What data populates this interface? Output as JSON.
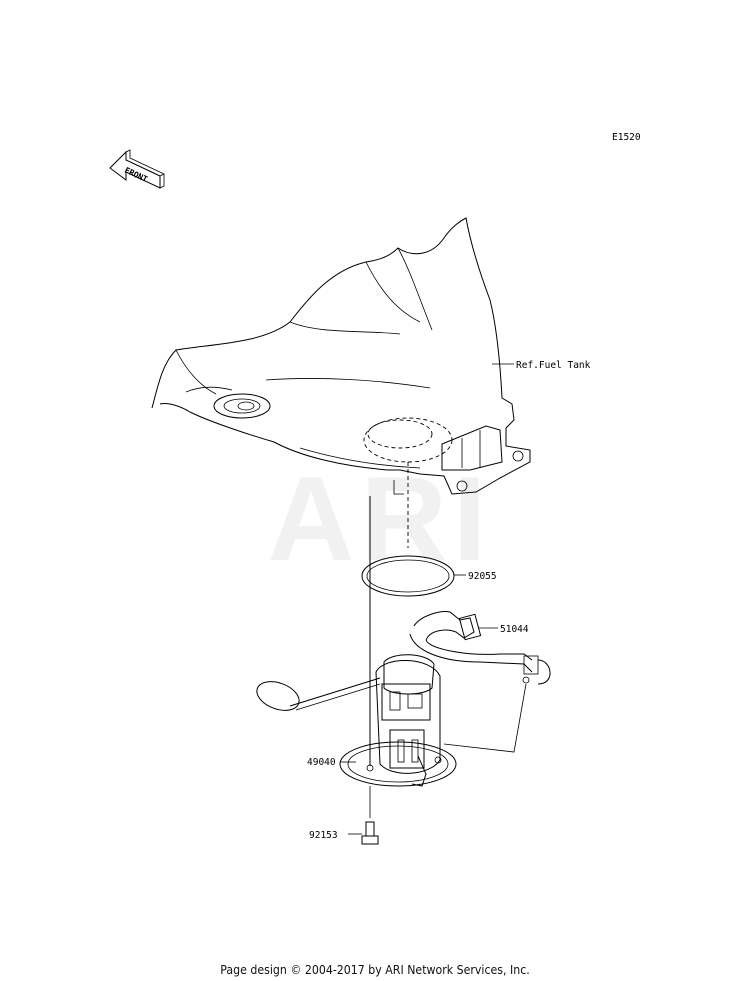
{
  "diagram_code": "E1520",
  "front_label": "FRONT",
  "watermark": "ARI",
  "ref_label": "Ref.Fuel Tank",
  "parts": {
    "oring": "92055",
    "hose": "51044",
    "pump": "49040",
    "bolt": "92153"
  },
  "footer": "Page design © 2004-2017 by ARI Network Services, Inc."
}
